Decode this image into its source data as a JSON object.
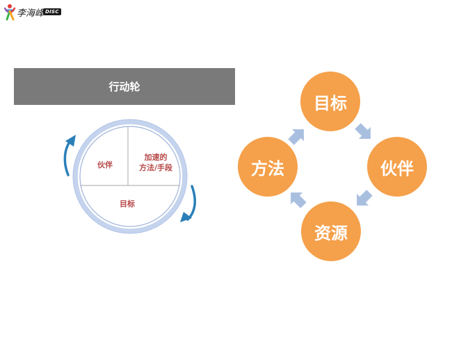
{
  "logo": {
    "text": "李海峰",
    "badge": "DISC"
  },
  "header": {
    "title": "行动轮"
  },
  "wheel": {
    "partner": "伙伴",
    "speed_line1": "加速的",
    "speed_line2": "方法/手段",
    "target": "目标"
  },
  "cycle": {
    "target": "目标",
    "partner": "伙伴",
    "resource": "资源",
    "method": "方法"
  },
  "colors": {
    "orange": "#f5a04a",
    "arrow_blue": "#a9bfe0",
    "header_gray": "#7a7a7a",
    "label_red": "#b84848",
    "curve_arrow": "#2a7fb8"
  }
}
